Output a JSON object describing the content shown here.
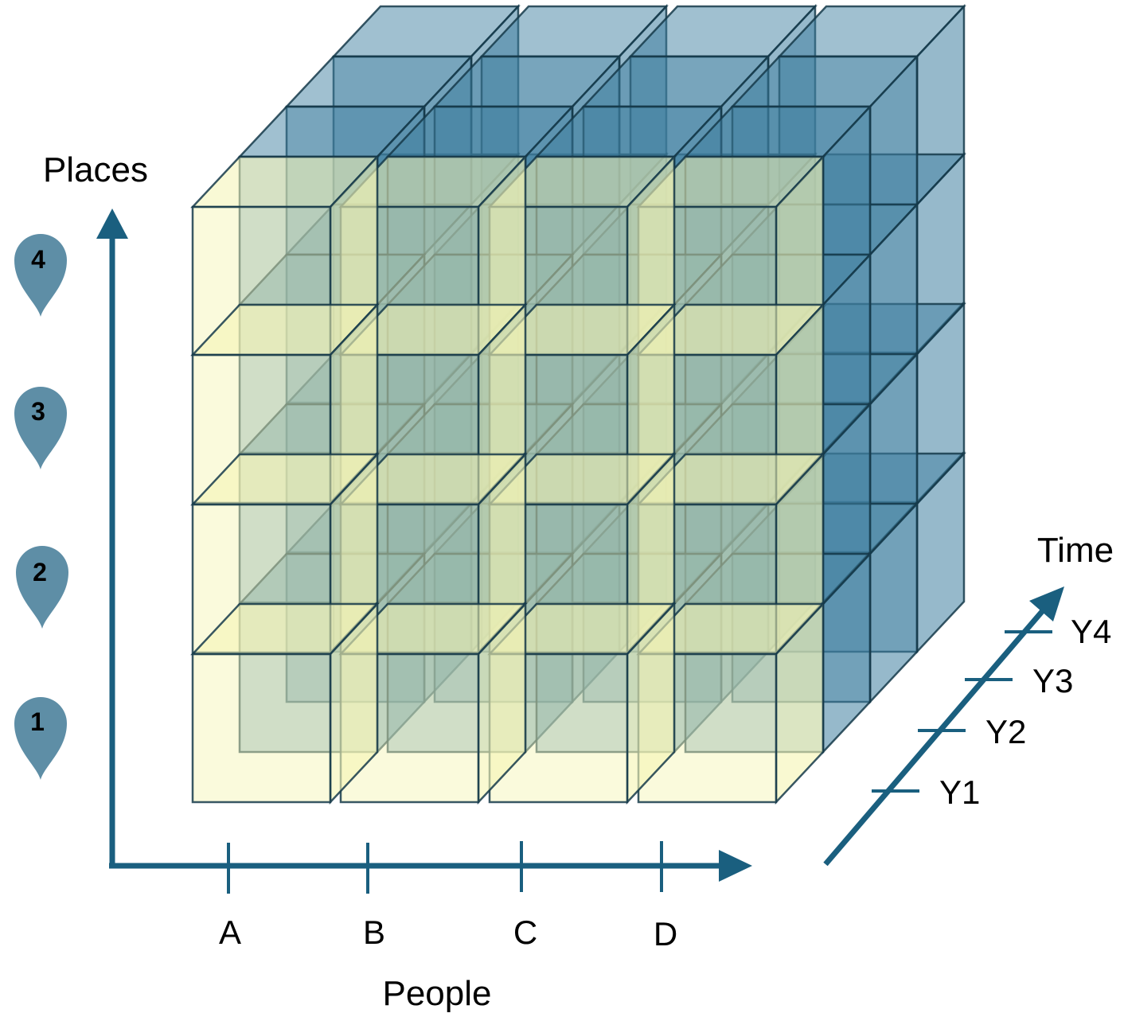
{
  "axes": {
    "places": {
      "title": "Places",
      "markers": [
        "1",
        "2",
        "3",
        "4"
      ]
    },
    "people": {
      "title": "People",
      "ticks": [
        "A",
        "B",
        "C",
        "D"
      ]
    },
    "time": {
      "title": "Time",
      "ticks": [
        "Y1",
        "Y2",
        "Y3",
        "Y4"
      ]
    }
  },
  "cube": {
    "columns": 4,
    "rows": 4,
    "layers": 4
  },
  "colors": {
    "axis": "#1a5f7f",
    "front_cell_fill": "#f5f5b4",
    "back_cell_fill": "#3f7fa0",
    "edge": "#15394a",
    "pin": "#5e8ea6"
  }
}
